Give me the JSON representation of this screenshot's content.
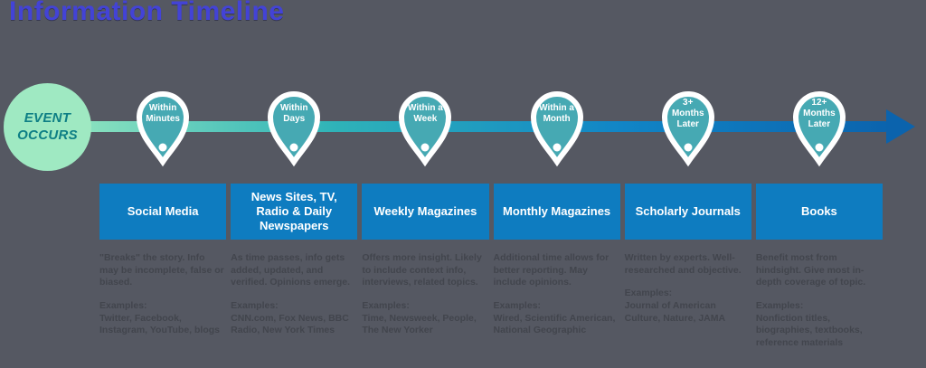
{
  "title": "Information Timeline",
  "event": {
    "label": "EVENT\nOCCURS"
  },
  "colors": {
    "background": "#555862",
    "title": "#4343d6",
    "event_circle": "#9fe9c2",
    "event_text": "#0e7f85",
    "pin_fill": "#46a9b3",
    "box_fill": "#0e7cc0",
    "desc_text": "#42454d",
    "line_start": "#97e8c0",
    "line_mid": "#2fb3b8",
    "line_end": "#0b63ad"
  },
  "columns": [
    {
      "pin_label": "Within\nMinutes",
      "box_label": "Social Media",
      "description": "\"Breaks\" the story. Info may be incomplete, false or biased.",
      "examples": "Examples:\nTwitter, Facebook, Instagram, YouTube, blogs"
    },
    {
      "pin_label": "Within\nDays",
      "box_label": "News Sites, TV, Radio & Daily Newspapers",
      "description": "As time passes, info gets added, updated, and verified. Opinions emerge.",
      "examples": "Examples:\nCNN.com, Fox News, BBC Radio, New York Times"
    },
    {
      "pin_label": "Within a\nWeek",
      "box_label": "Weekly Magazines",
      "description": "Offers more insight. Likely to include context info, interviews, related topics.",
      "examples": "Examples:\nTime, Newsweek, People, The New Yorker"
    },
    {
      "pin_label": "Within a\nMonth",
      "box_label": "Monthly Magazines",
      "description": "Additional time allows for better reporting. May include opinions.",
      "examples": "Examples:\nWired, Scientific American, National Geographic"
    },
    {
      "pin_label": "3+\nMonths\nLater",
      "box_label": "Scholarly Journals",
      "description": "Written by experts. Well-researched and objective.",
      "examples": "Examples:\nJournal of American Culture, Nature, JAMA"
    },
    {
      "pin_label": "12+\nMonths\nLater",
      "box_label": "Books",
      "description": "Benefit most from hindsight. Give most in-depth coverage of topic.",
      "examples": "Examples:\nNonfiction titles, biographies, textbooks, reference materials"
    }
  ]
}
